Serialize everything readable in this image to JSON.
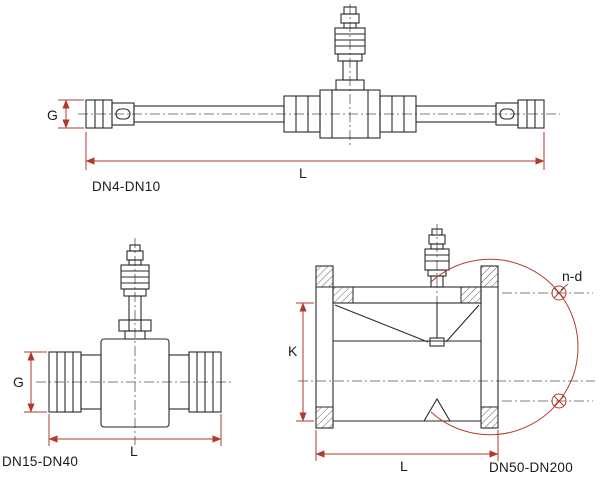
{
  "colors": {
    "background": "#ffffff",
    "line": "#2a2a2a",
    "dimension": "#b03a2e",
    "text": "#1a1a1a"
  },
  "drawings": {
    "small": {
      "label": "DN4-DN10",
      "dim_g": "G",
      "dim_l": "L"
    },
    "medium": {
      "label": "DN15-DN40",
      "dim_g": "G",
      "dim_l": "L"
    },
    "large": {
      "label": "DN50-DN200",
      "dim_k": "K",
      "dim_l": "L",
      "dim_nd": "n-d"
    }
  }
}
